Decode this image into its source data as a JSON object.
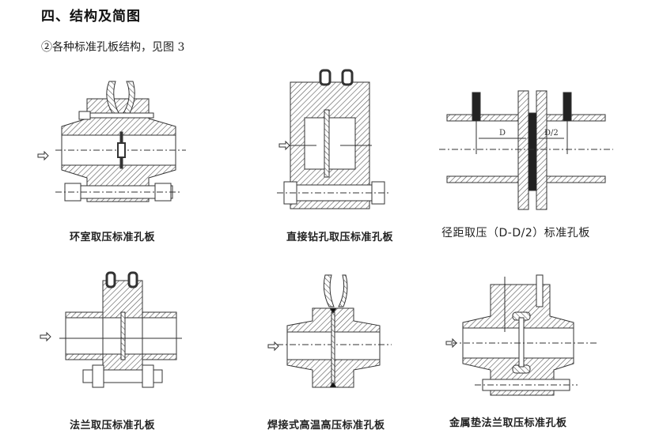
{
  "section": {
    "heading": "四、结构及简图",
    "subheading": "②各种标准孔板结构，见图 3"
  },
  "figures": [
    {
      "caption": "环室取压标准孔板",
      "icon": "ring-chamber-orifice-plate-drawing"
    },
    {
      "caption": "直接钻孔取压标准孔板",
      "icon": "direct-drilled-tap-orifice-plate-drawing"
    },
    {
      "caption": "径距取压（D-D/2）标准孔板",
      "icon": "radius-tap-orifice-plate-drawing",
      "labels": {
        "upstream": "D",
        "downstream": "D/2"
      }
    },
    {
      "caption": "法兰取压标准孔板",
      "icon": "flange-tap-orifice-plate-drawing"
    },
    {
      "caption": "焊接式高温高压标准孔板",
      "icon": "welded-high-temp-high-pressure-orifice-plate-drawing"
    },
    {
      "caption": "金属垫法兰取压标准孔板",
      "icon": "metal-gasket-flange-tap-orifice-plate-drawing"
    }
  ],
  "colors": {
    "line": "#333333",
    "hatch": "#555555",
    "fill": "#ffffff"
  }
}
